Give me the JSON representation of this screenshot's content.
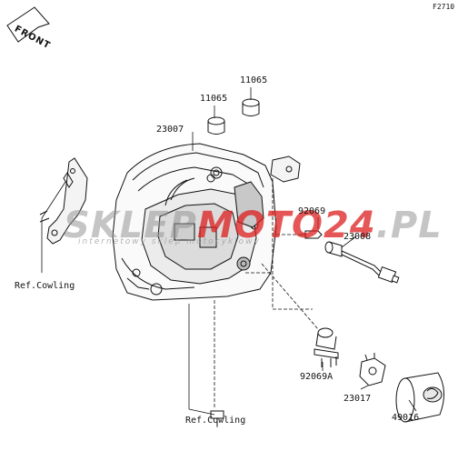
{
  "figure_code": "F2710",
  "orientation_badge": "FRONT",
  "watermark": {
    "brand_left": "SKLEP",
    "brand_accent": "MOTO24",
    "brand_suffix": ".PL",
    "tagline": "internetowy sklep motocyklowy"
  },
  "parts": [
    {
      "id": "11065-top",
      "number": "11065"
    },
    {
      "id": "11065-bottom",
      "number": "11065"
    },
    {
      "id": "23007",
      "number": "23007"
    },
    {
      "id": "92069",
      "number": "92069"
    },
    {
      "id": "23008",
      "number": "23008"
    },
    {
      "id": "92069A",
      "number": "92069A"
    },
    {
      "id": "23017",
      "number": "23017"
    },
    {
      "id": "49016",
      "number": "49016"
    }
  ],
  "references": [
    {
      "id": "ref-cowling-left",
      "text": "Ref.Cowling"
    },
    {
      "id": "ref-cowling-bottom",
      "text": "Ref.Cowling"
    }
  ]
}
